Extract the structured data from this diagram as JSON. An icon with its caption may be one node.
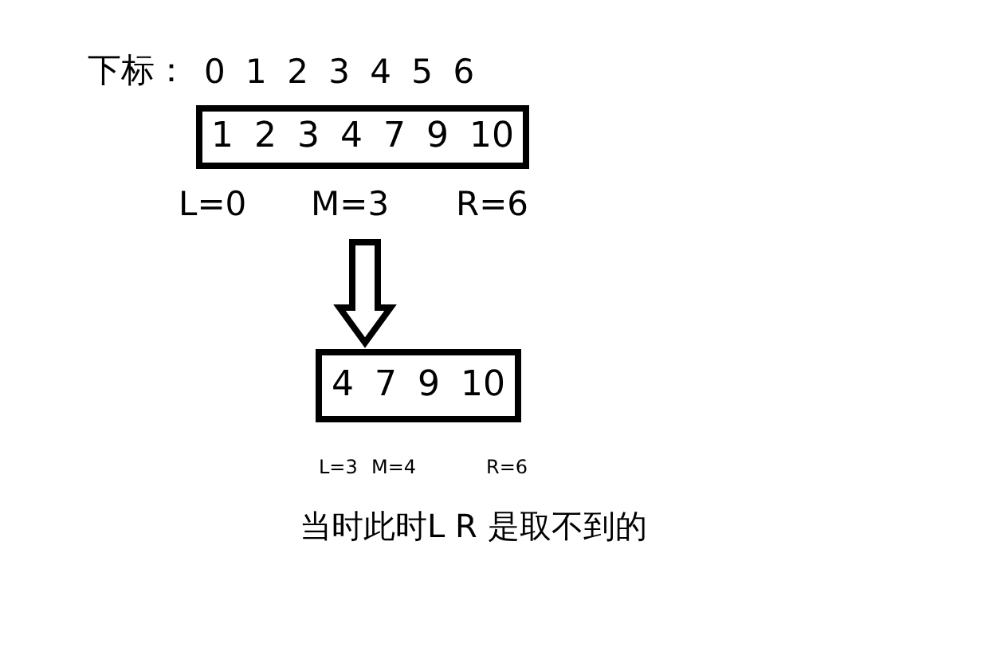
{
  "diagram": {
    "nodes": [
      {
        "text": [
          "1 2 3 4 7 9 10"
        ]
      },
      {
        "text": [
          "4 7 9 10"
        ]
      }
    ],
    "edges": [
      {
        "from": 0,
        "to": 1,
        "arrow": "to"
      }
    ],
    "labels": [
      "下标：",
      "0 1 2 3 4 5 6",
      "L=0",
      "M=3",
      "R=6",
      "L=3",
      "M=4",
      "R=6",
      "当时此时L R 是取不到的"
    ]
  }
}
